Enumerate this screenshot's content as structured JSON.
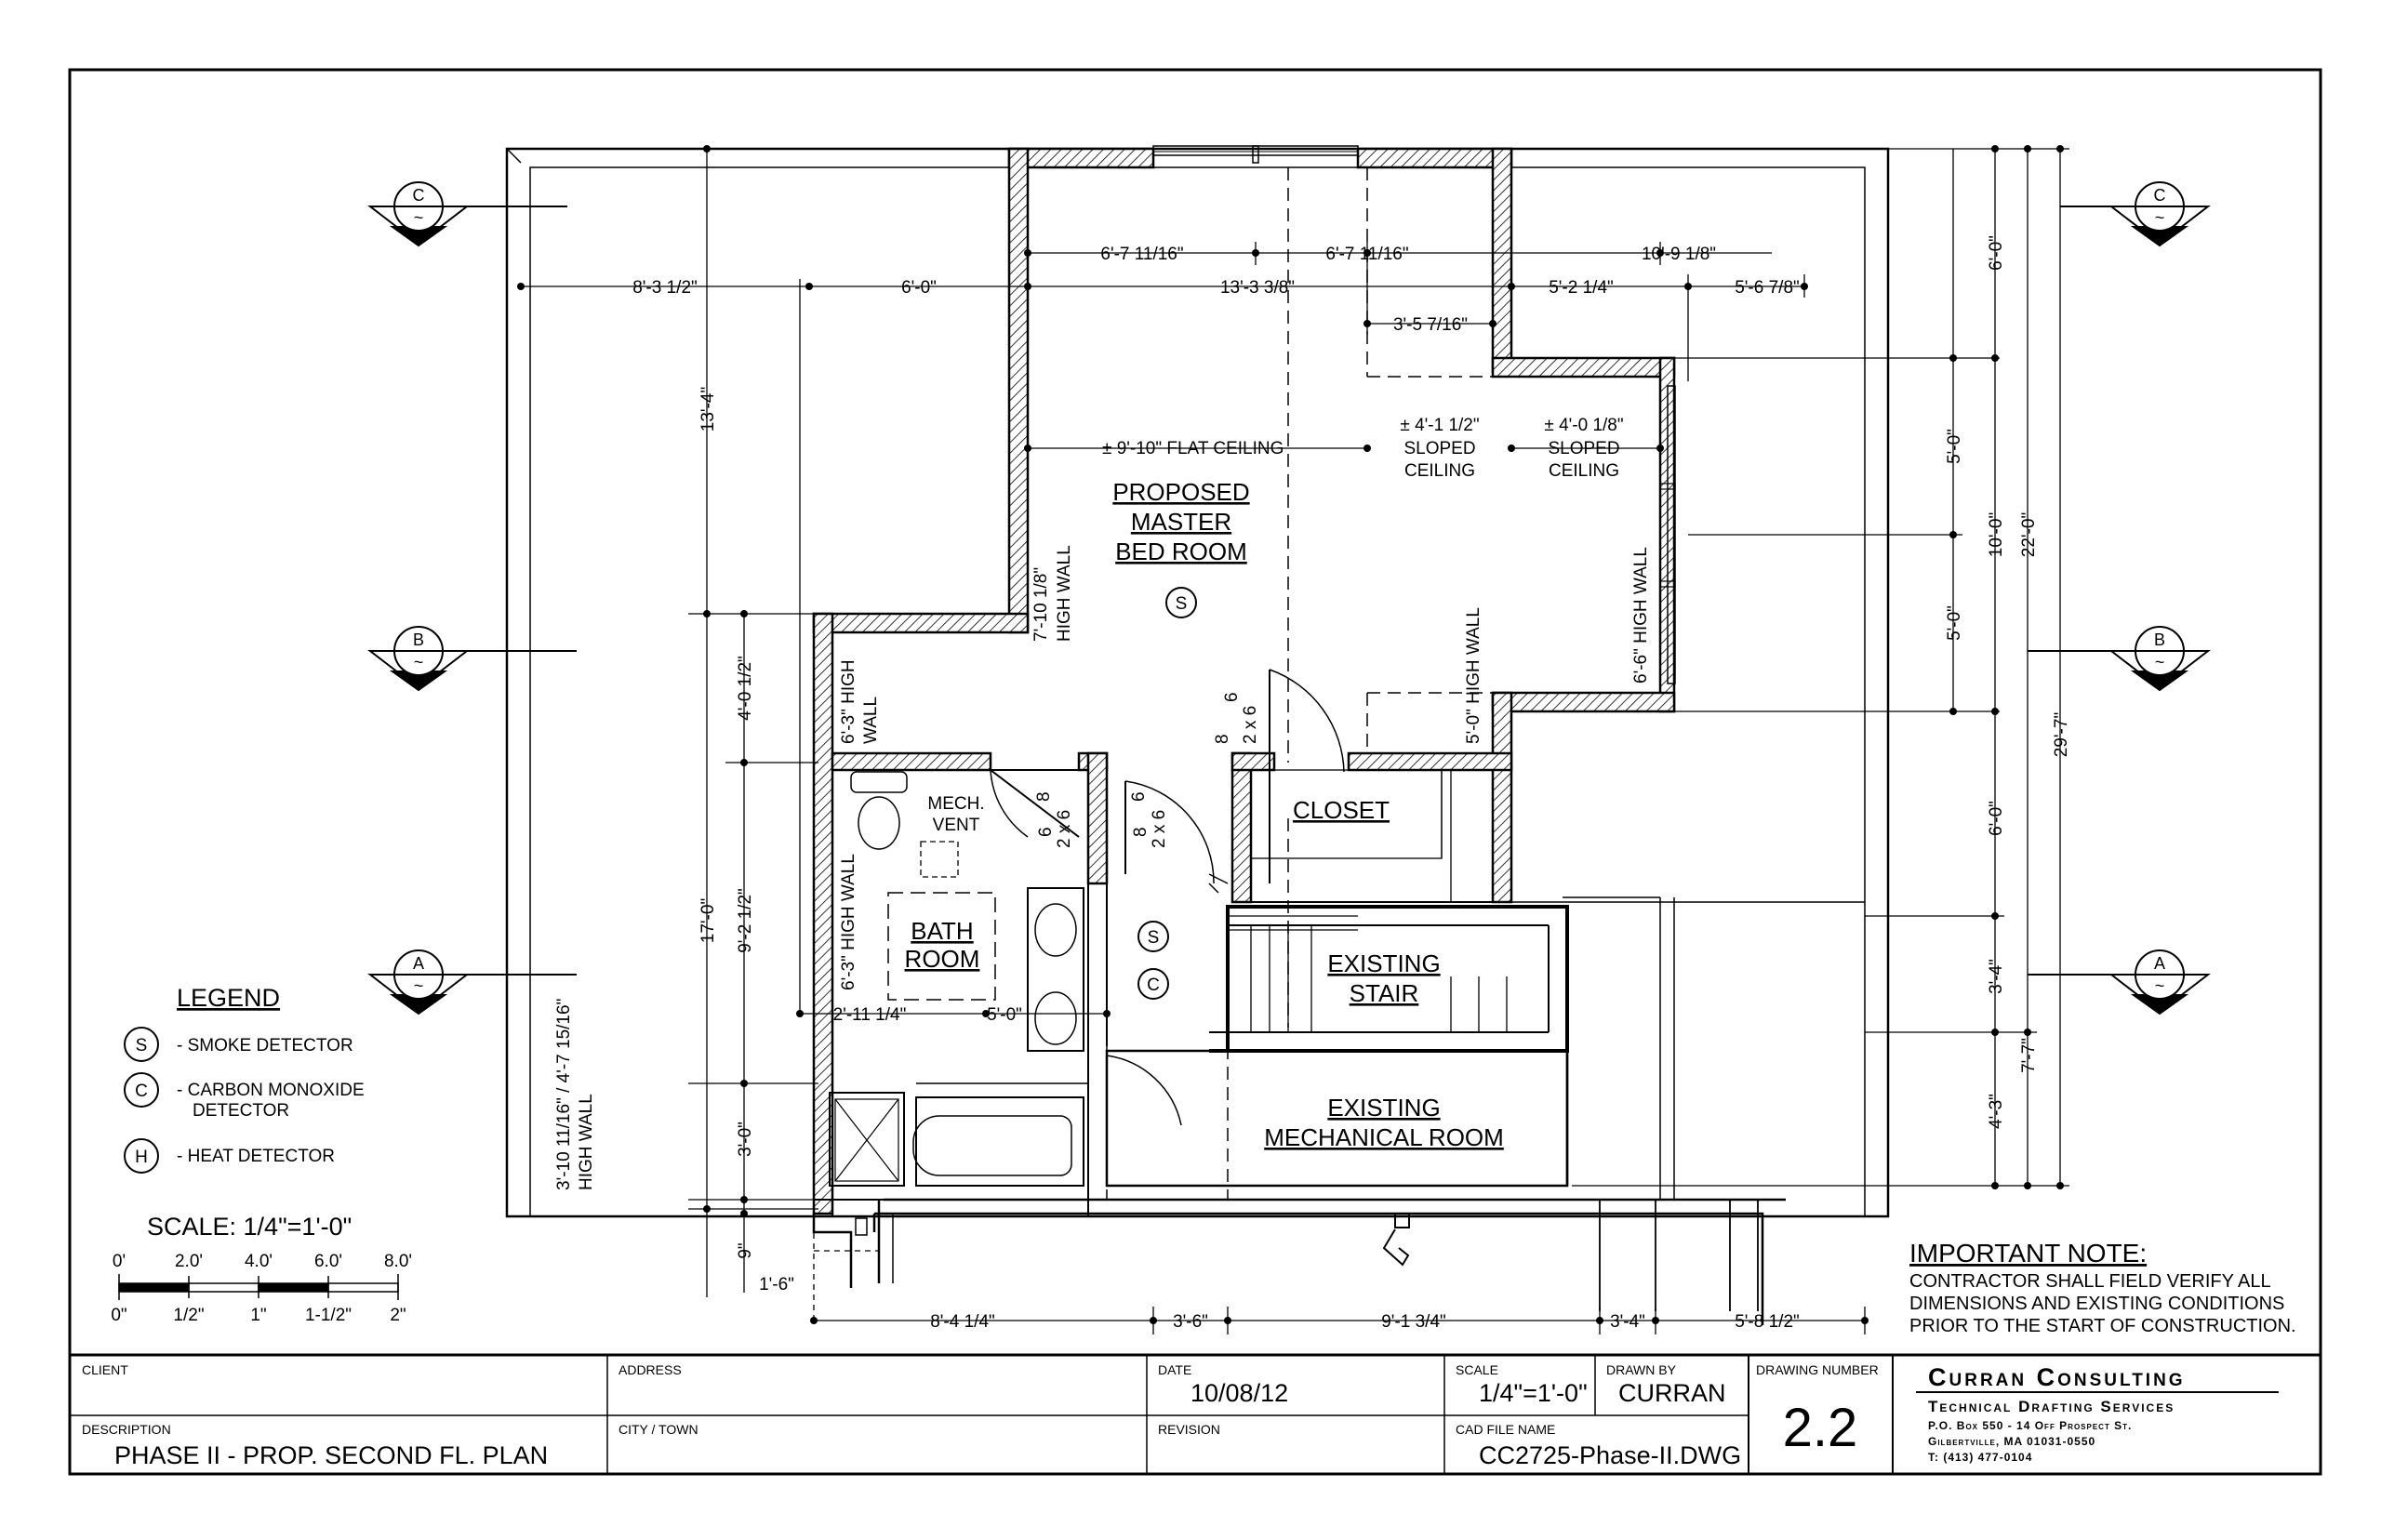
{
  "plan": {
    "rooms": {
      "master": [
        "PROPOSED",
        "MASTER",
        "BED ROOM"
      ],
      "closet": "CLOSET",
      "bath": [
        "BATH",
        "ROOM"
      ],
      "stair": [
        "EXISTING",
        "STAIR"
      ],
      "mech_room": [
        "EXISTING",
        "MECHANICAL ROOM"
      ],
      "mech_vent": [
        "MECH.",
        "VENT"
      ]
    },
    "ceiling_notes": {
      "flat": "± 9'-10\" FLAT CEILING",
      "sloped_1": [
        "± 4'-1 1/2\"",
        "SLOPED",
        "CEILING"
      ],
      "sloped_2": [
        "± 4'-0 1/8\"",
        "SLOPED",
        "CEILING"
      ]
    },
    "wall_notes": {
      "w1": [
        "7'-10 1/8\"",
        "HIGH WALL"
      ],
      "w2": [
        "6'-3\" HIGH",
        "WALL"
      ],
      "w3": "6'-3\" HIGH WALL",
      "w4": "5'-0\" HIGH WALL",
      "w5": "6'-6\" HIGH WALL",
      "w6": [
        "3'-10 11/16\" / 4'-7 15/16\"",
        "HIGH WALL"
      ]
    },
    "door_tags": {
      "d1": [
        "6",
        "2 x 6",
        "8"
      ],
      "d2": [
        "6",
        "2 x 6",
        "8"
      ],
      "d3": [
        "8",
        "2 x 6",
        "6"
      ]
    },
    "dimensions": {
      "top_row1": [
        "6'-7 11/16\"",
        "6'-7 11/16\"",
        "10'-9 1/8\""
      ],
      "top_row2": [
        "8'-3 1/2\"",
        "6'-0\"",
        "13'-3 3/8\"",
        "5'-2 1/4\"",
        "5'-6 7/8\""
      ],
      "inner_1": "3'-5 7/16\"",
      "left_vertical": [
        "13'-4\"",
        "4'-0 1/2\"",
        "17'-0\"",
        "9'-2 1/2\"",
        "3'-0\"",
        "9\""
      ],
      "bath_horiz": [
        "2'-11 1/4\"",
        "5'-0\""
      ],
      "small_1": "1'-6\"",
      "bottom_row": [
        "8'-4 1/4\"",
        "3'-6\"",
        "9'-1 3/4\"",
        "3'-4\"",
        "5'-8 1/2\""
      ],
      "right_col1": [
        "5'-0\"",
        "5'-0\""
      ],
      "right_col2": [
        "6'-0\"",
        "10'-0\"",
        "6'-0\"",
        "3'-4\"",
        "4'-3\""
      ],
      "right_col2b": "7'-7\"",
      "right_col3": [
        "22'-0\"",
        "29'-7\""
      ]
    },
    "section_markers": [
      "C",
      "B",
      "A"
    ],
    "section_sub": "~",
    "detectors": {
      "smoke": "S",
      "co": "C"
    }
  },
  "legend": {
    "title": "LEGEND",
    "items": [
      {
        "symbol": "S",
        "text": [
          "- SMOKE DETECTOR"
        ]
      },
      {
        "symbol": "C",
        "text": [
          "- CARBON MONOXIDE",
          "DETECTOR"
        ]
      },
      {
        "symbol": "H",
        "text": [
          "- HEAT DETECTOR"
        ]
      }
    ]
  },
  "scale_bar": {
    "title": "SCALE: 1/4\"=1'-0\"",
    "top_labels": [
      "0'",
      "2.0'",
      "4.0'",
      "6.0'",
      "8.0'"
    ],
    "bottom_labels": [
      "0\"",
      "1/2\"",
      "1\"",
      "1-1/2\"",
      "2\""
    ]
  },
  "note": {
    "title": "IMPORTANT NOTE:",
    "lines": [
      "CONTRACTOR SHALL FIELD VERIFY ALL",
      "DIMENSIONS AND EXISTING CONDITIONS",
      "PRIOR TO THE START OF CONSTRUCTION."
    ]
  },
  "title_block": {
    "client_label": "CLIENT",
    "client_value": "",
    "address_label": "ADDRESS",
    "address_value": "",
    "description_label": "DESCRIPTION",
    "description_value": "PHASE II - PROP. SECOND FL. PLAN",
    "city_label": "CITY / TOWN",
    "city_value": "",
    "date_label": "DATE",
    "date_value": "10/08/12",
    "revision_label": "REVISION",
    "revision_value": "",
    "scale_label": "SCALE",
    "scale_value": "1/4\"=1'-0\"",
    "drawn_label": "DRAWN BY",
    "drawn_value": "CURRAN",
    "cad_label": "CAD FILE NAME",
    "cad_value": "CC2725-Phase-II.DWG",
    "drawing_number_label": "DRAWING NUMBER",
    "drawing_number": "2.2",
    "company_name": "Curran Consulting",
    "company_tagline": "Technical Drafting Services",
    "company_address": [
      "P.O. Box 550 - 14 Off Prospect St.",
      "Gilbertville, MA 01031-0550",
      "T: (413) 477-0104"
    ]
  }
}
